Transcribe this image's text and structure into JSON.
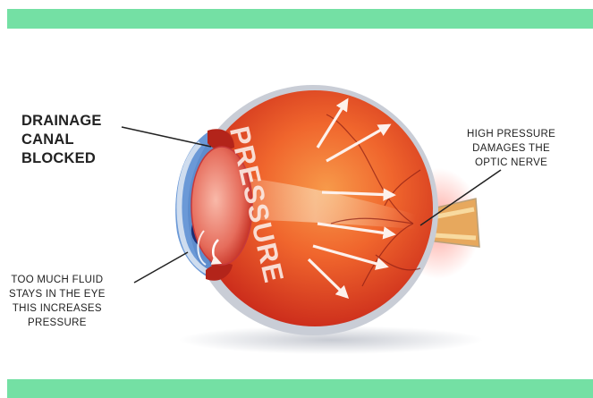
{
  "labels": {
    "drainage": [
      "DRAINAGE",
      "CANAL",
      "BLOCKED"
    ],
    "fluid": [
      "TOO MUCH FLUID",
      "STAYS IN THE EYE",
      "THIS INCREASES",
      "PRESSURE"
    ],
    "optic": [
      "HIGH PRESSURE",
      "DAMAGES THE",
      "OPTIC NERVE"
    ],
    "pressure_word": "PRESSURE"
  },
  "colors": {
    "banner": "#74e0a4",
    "sclera_inner": "#f0522a",
    "sclera_outer": "#e8361c",
    "label_text": "#222222"
  },
  "icons": [
    "pressure-arrow-icon"
  ]
}
